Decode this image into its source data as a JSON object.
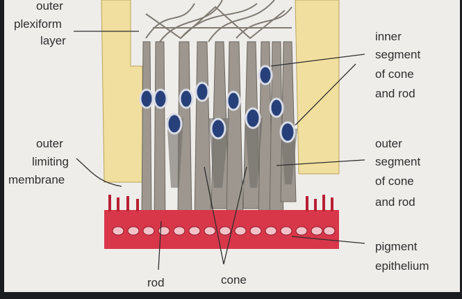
{
  "labels": {
    "outer_plexiform_top": "outer",
    "outer_plexiform_mid": "plexiform",
    "outer_plexiform_bot": "layer",
    "outer_limiting_1": "outer",
    "outer_limiting_2": "limiting",
    "outer_limiting_3": "membrane",
    "inner_segment_1": "inner",
    "inner_segment_2": "segment",
    "inner_segment_3": "of cone",
    "inner_segment_4": "and rod",
    "outer_segment_1": "outer",
    "outer_segment_2": "segment",
    "outer_segment_3": "of cone",
    "outer_segment_4": "and rod",
    "pigment_1": "pigment",
    "pigment_2": "epithelium",
    "rod": "rod",
    "cone": "cone"
  },
  "colors": {
    "paper": "#efedea",
    "yellow_layer": "#f0df9e",
    "nucleus": "#27407a",
    "pigment": "#d8374a",
    "segment_gray": "#a9a39b"
  }
}
